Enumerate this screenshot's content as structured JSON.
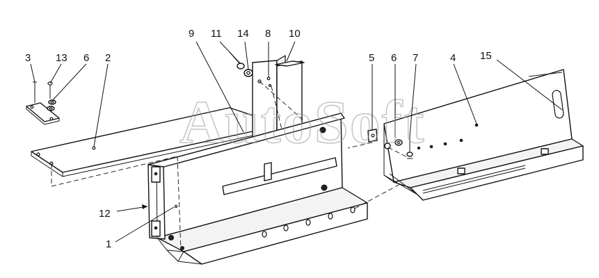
{
  "figure": {
    "background": "#ffffff",
    "line_color": "#111111",
    "watermark": {
      "text": "AutoSoft",
      "color": "#9a9a9a"
    },
    "callouts": [
      {
        "id": "c3",
        "label": "3"
      },
      {
        "id": "c13",
        "label": "13"
      },
      {
        "id": "c6a",
        "label": "6"
      },
      {
        "id": "c2",
        "label": "2"
      },
      {
        "id": "c9",
        "label": "9"
      },
      {
        "id": "c11",
        "label": "11"
      },
      {
        "id": "c14",
        "label": "14"
      },
      {
        "id": "c8",
        "label": "8"
      },
      {
        "id": "c10",
        "label": "10"
      },
      {
        "id": "c5",
        "label": "5"
      },
      {
        "id": "c6b",
        "label": "6"
      },
      {
        "id": "c7",
        "label": "7"
      },
      {
        "id": "c4",
        "label": "4"
      },
      {
        "id": "c15",
        "label": "15"
      },
      {
        "id": "c12",
        "label": "12"
      },
      {
        "id": "c1",
        "label": "1"
      }
    ]
  }
}
